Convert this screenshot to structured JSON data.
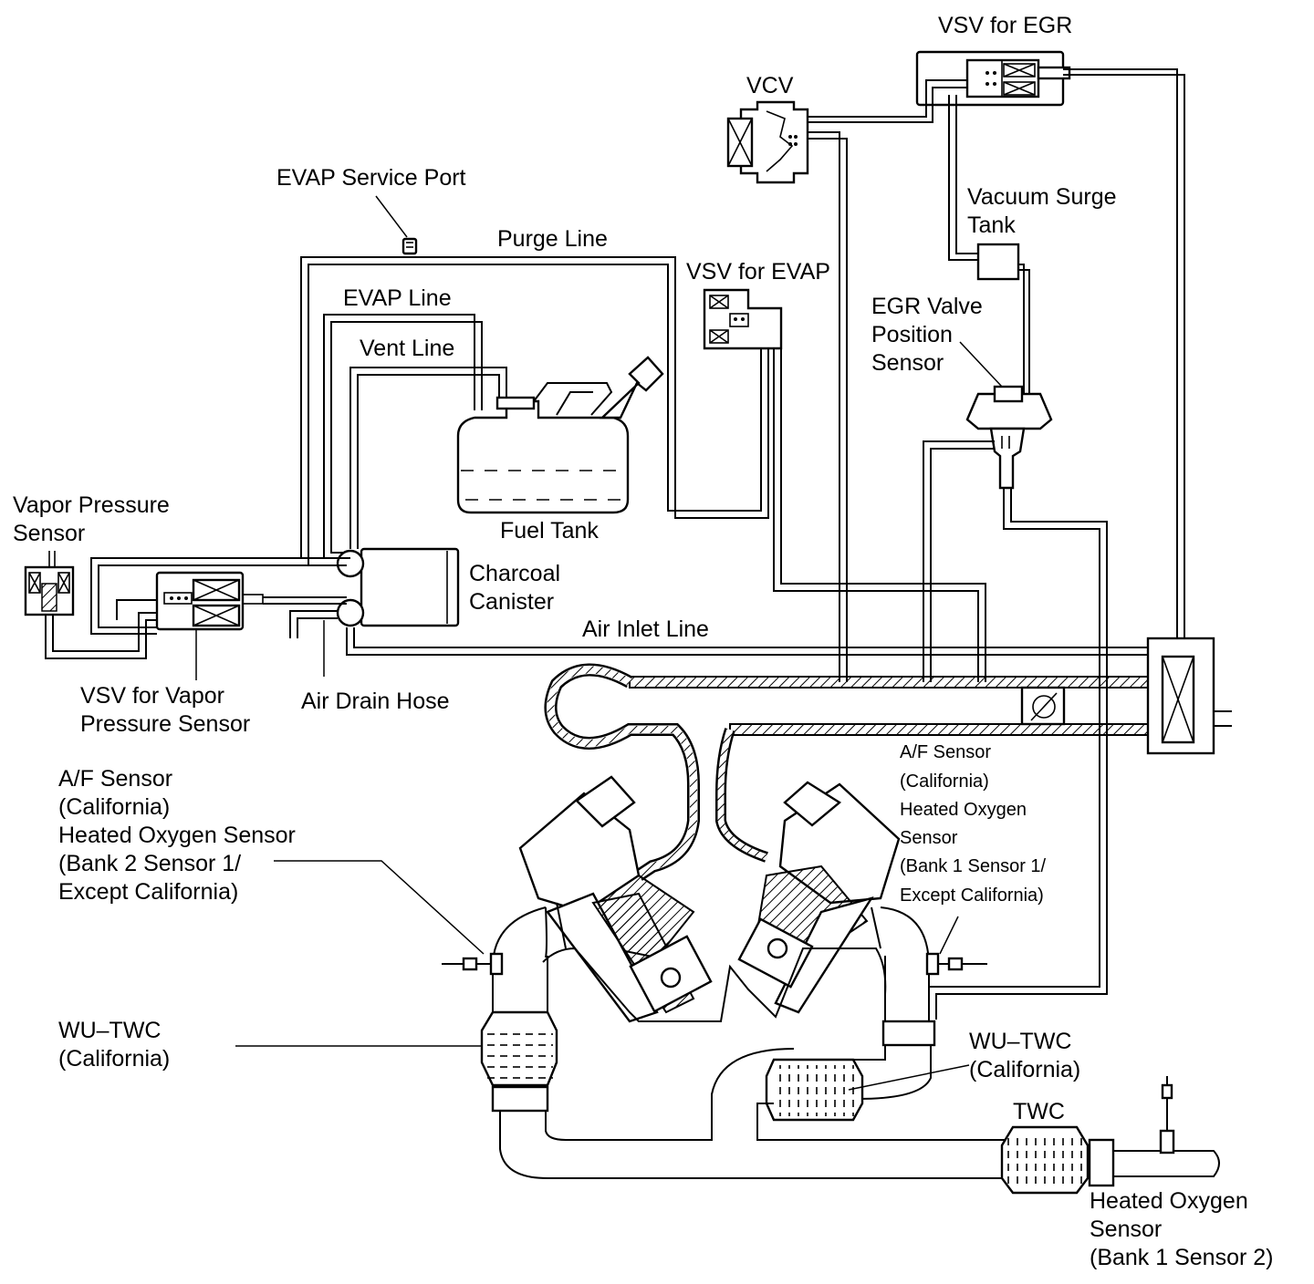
{
  "labels": {
    "vsv_egr": "VSV for EGR",
    "vcv": "VCV",
    "evap_service_port": "EVAP Service Port",
    "vacuum_surge_tank_1": "Vacuum Surge",
    "vacuum_surge_tank_2": "Tank",
    "purge_line": "Purge Line",
    "vsv_evap": "VSV for EVAP",
    "evap_line": "EVAP Line",
    "egr_valve_1": "EGR Valve",
    "egr_valve_2": "Position",
    "egr_valve_3": "Sensor",
    "vent_line": "Vent Line",
    "vapor_pressure_sensor_1": "Vapor Pressure",
    "vapor_pressure_sensor_2": "Sensor",
    "fuel_tank": "Fuel Tank",
    "charcoal_canister_1": "Charcoal",
    "charcoal_canister_2": "Canister",
    "air_inlet_line": "Air Inlet Line",
    "vsv_vapor_1": "VSV for Vapor",
    "vsv_vapor_2": "Pressure Sensor",
    "air_drain_hose": "Air Drain Hose",
    "af_left_1": "A/F Sensor",
    "af_left_2": "(California)",
    "af_left_3": "Heated Oxygen Sensor",
    "af_left_4": "(Bank 2 Sensor 1/",
    "af_left_5": "Except California)",
    "af_right_1": "A/F Sensor",
    "af_right_2": "(California)",
    "af_right_3": "Heated Oxygen",
    "af_right_4": "Sensor",
    "af_right_5": "(Bank 1 Sensor 1/",
    "af_right_6": "Except California)",
    "wu_twc_left_1": "WU–TWC",
    "wu_twc_left_2": "(California)",
    "wu_twc_right_1": "WU–TWC",
    "wu_twc_right_2": "(California)",
    "twc": "TWC",
    "ho2s_1": "Heated Oxygen",
    "ho2s_2": "Sensor",
    "ho2s_3": "(Bank 1 Sensor 2)"
  }
}
